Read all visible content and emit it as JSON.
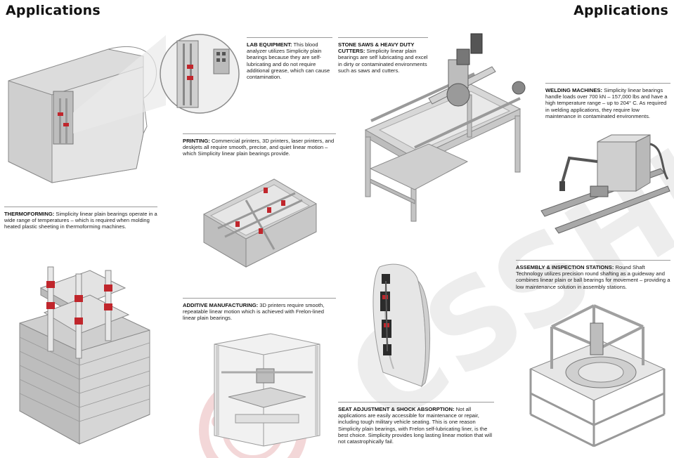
{
  "header": {
    "left_title": "Applications",
    "right_title": "Applications"
  },
  "sections": {
    "lab_equipment": {
      "heading": "LAB EQUIPMENT:",
      "body": "This blood analyzer utilizes Simplicity plain bearings because they are self-lubricating and do not require additional grease, which can cause contamination."
    },
    "stone_saws": {
      "heading": "STONE SAWS & HEAVY DUTY CUTTERS:",
      "body": "Simplicity linear plain bearings are self lubricating and excel in dirty or contaminated environments such as saws and cutters."
    },
    "welding": {
      "heading": "WELDING MACHINES:",
      "body": "Simplicity linear bearings handle loads over 700 kN – 157,000 lbs and have a high temperature range – up to 204° C. As required in welding applications, they require low maintenance in contaminated environments."
    },
    "printing": {
      "heading": "PRINTING:",
      "body": "Commercial printers, 3D printers, laser printers, and deskjets all require smooth, precise, and quiet linear motion – which Simplicity linear plain bearings provide."
    },
    "thermoforming": {
      "heading": "THERMOFORMING:",
      "body": "Simplicity linear plain bearings operate in a wide range of temperatures – which is required when molding heated plastic sheeting in thermoforming machines."
    },
    "additive": {
      "heading": "ADDITIVE MANUFACTURING:",
      "body": "3D printers require smooth, repeatable linear motion which is achieved with Frelon-lined linear plain bearings."
    },
    "assembly": {
      "heading": "ASSEMBLY & INSPECTION STATIONS:",
      "body": "Round Shaft Technology utilizes precision round shafting as a guideway and combines linear plain or ball bearings for movement – providing a low maintenance solution in assembly stations."
    },
    "seat": {
      "heading": "SEAT ADJUSTMENT & SHOCK ABSORPTION:",
      "body": "Not all applications are easily accessible for maintenance or repair, including tough military vehicle seating. This is one reason Simplicity plain bearings, with Frelon self-lubricating liner, is the best choice. Simplicity provides long lasting linear motion that will not catastrophically fail."
    }
  },
  "watermark": {
    "text": "CSSHI"
  },
  "colors": {
    "accent_red": "#c0262c",
    "machine_grey": "#cfcfcf",
    "outline_grey": "#8a8a8a",
    "rule_grey": "#9a9a9a"
  }
}
